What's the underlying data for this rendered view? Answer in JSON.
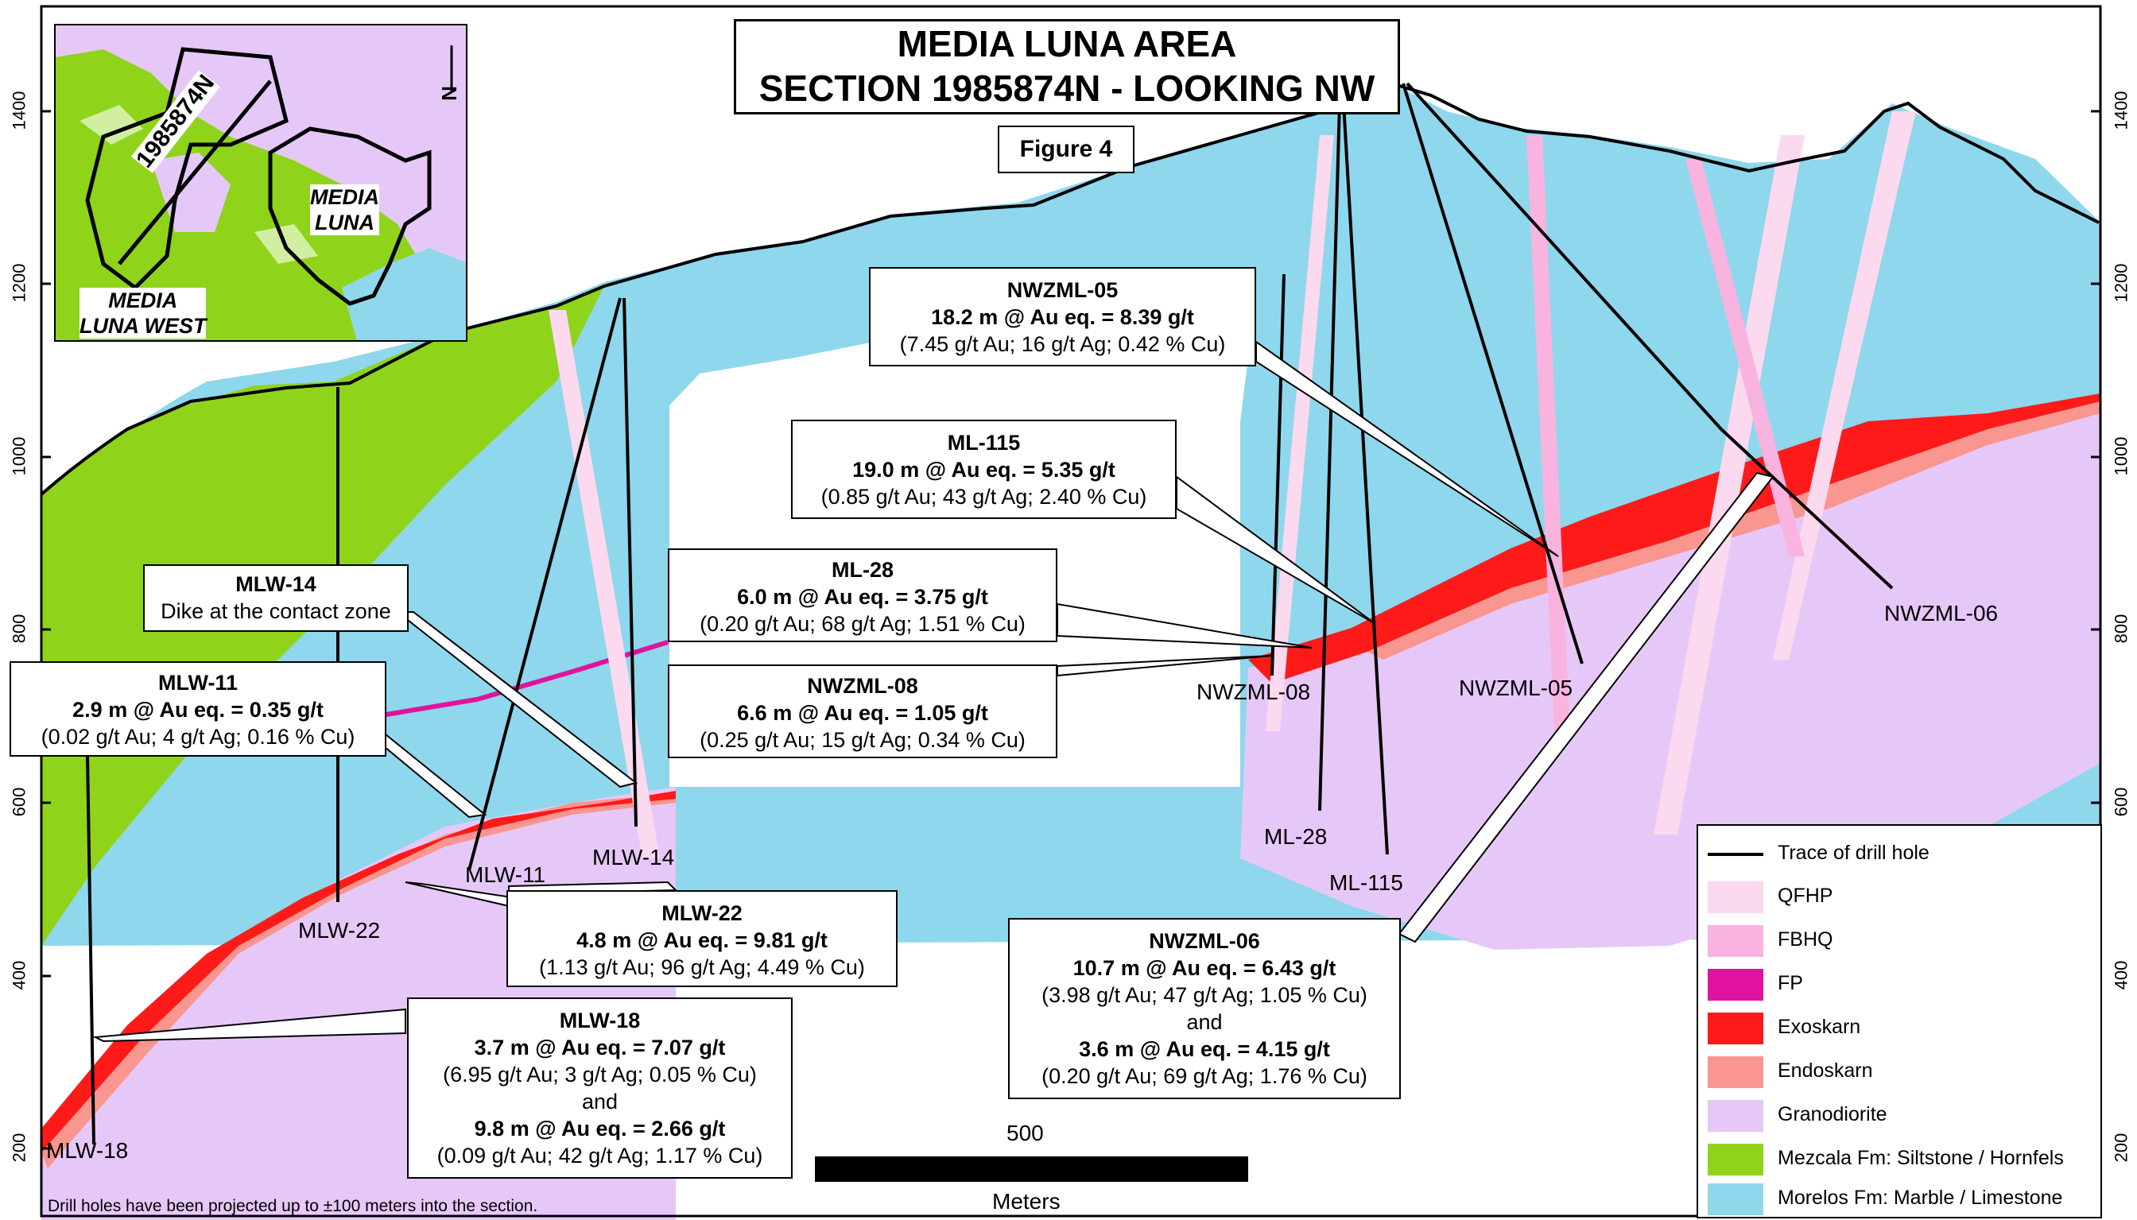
{
  "title": {
    "line1": "MEDIA LUNA AREA",
    "line2": "SECTION 1985874N  - LOOKING NW"
  },
  "figure_label": "Figure 4",
  "axis": {
    "left_ticks": [
      "1400",
      "1200",
      "1000",
      "800",
      "600",
      "400",
      "200"
    ],
    "right_ticks": [
      "1400",
      "1200",
      "1000",
      "800",
      "600",
      "400",
      "200"
    ]
  },
  "inset_map": {
    "section_label": "1985874N",
    "area_media_luna": [
      "MEDIA",
      "LUNA"
    ],
    "area_media_luna_west": [
      "MEDIA",
      "LUNA WEST"
    ],
    "north_arrow": "N"
  },
  "drill_holes": [
    "MLW-18",
    "MLW-22",
    "MLW-11",
    "MLW-14",
    "NWZML-08",
    "ML-28",
    "ML-115",
    "NWZML-05",
    "NWZML-06"
  ],
  "intercepts": {
    "mlw14": {
      "hole": "MLW-14",
      "lines": [
        "Dike at the contact zone"
      ]
    },
    "mlw11": {
      "hole": "MLW-11",
      "lines": [
        "2.9 m @ Au eq. = 0.35 g/t",
        "(0.02 g/t Au;  4 g/t Ag;  0.16 % Cu)"
      ]
    },
    "ml28": {
      "hole": "ML-28",
      "lines": [
        "6.0 m @ Au eq. = 3.75 g/t",
        "(0.20 g/t Au;  68 g/t Ag;  1.51 % Cu)"
      ]
    },
    "nwzml08": {
      "hole": "NWZML-08",
      "lines": [
        "6.6 m @ Au eq. = 1.05 g/t",
        "(0.25 g/t Au;  15 g/t Ag;  0.34 % Cu)"
      ]
    },
    "ml115": {
      "hole": "ML-115",
      "lines": [
        "19.0 m @ Au eq. = 5.35 g/t",
        "(0.85 g/t Au;  43 g/t Ag;  2.40 % Cu)"
      ]
    },
    "nwzml05": {
      "hole": "NWZML-05",
      "lines": [
        "18.2 m @ Au eq. = 8.39 g/t",
        "(7.45 g/t Au;  16 g/t Ag;  0.42 % Cu)"
      ]
    },
    "mlw22": {
      "hole": "MLW-22",
      "lines": [
        "4.8 m @ Au eq. = 9.81 g/t",
        "(1.13 g/t Au;  96 g/t Ag;  4.49 % Cu)"
      ]
    },
    "mlw18": {
      "hole": "MLW-18",
      "lines": [
        "3.7 m @ Au eq. = 7.07 g/t",
        "(6.95 g/t Au;  3 g/t Ag;  0.05 % Cu)",
        "and",
        "9.8 m @ Au eq. = 2.66 g/t",
        "(0.09 g/t Au;  42 g/t Ag;  1.17 % Cu)"
      ]
    },
    "nwzml06": {
      "hole": "NWZML-06",
      "lines": [
        "10.7 m @ Au eq. = 6.43 g/t",
        "(3.98 g/t Au;  47 g/t Ag;  1.05 % Cu)",
        "and",
        "3.6 m @ Au eq. = 4.15 g/t",
        "(0.20 g/t Au;  69 g/t Ag;  1.76 % Cu)"
      ]
    }
  },
  "scale_bar": {
    "value": "500",
    "unit": "Meters"
  },
  "footnote": "Drill holes have been projected up to ±100 meters into the section.",
  "legend": [
    {
      "label": "Trace of drill hole",
      "kind": "line",
      "color": "#000000"
    },
    {
      "label": "QFHP",
      "kind": "fill",
      "color": "#fbd9ee"
    },
    {
      "label": "FBHQ",
      "kind": "fill",
      "color": "#f8b4de"
    },
    {
      "label": "FP",
      "kind": "fill",
      "color": "#e0129e"
    },
    {
      "label": "Exoskarn",
      "kind": "fill",
      "color": "#ff1a1a"
    },
    {
      "label": "Endoskarn",
      "kind": "fill",
      "color": "#f9968f"
    },
    {
      "label": "Granodiorite",
      "kind": "fill",
      "color": "#e6c8f8"
    },
    {
      "label": "Mezcala Fm: Siltstone / Hornfels",
      "kind": "fill",
      "color": "#8fd41a"
    },
    {
      "label": "Morelos Fm: Marble / Limestone",
      "kind": "fill",
      "color": "#8fd7ec"
    }
  ]
}
